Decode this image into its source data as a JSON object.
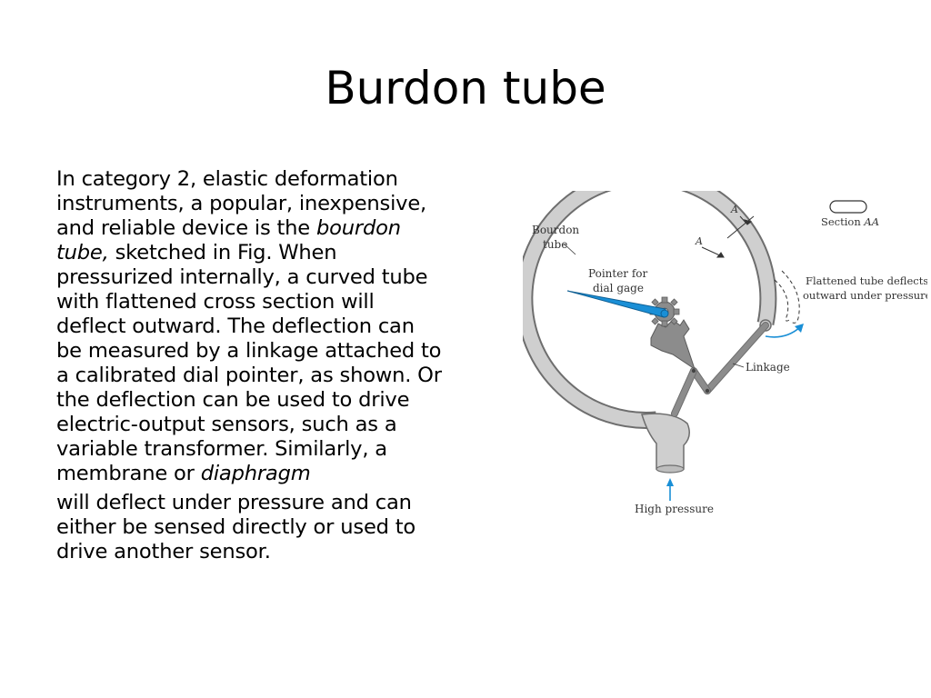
{
  "slide": {
    "title": "Burdon tube",
    "paragraphs": [
      {
        "lines": [
          [
            {
              "t": "In category 2, elastic deformation"
            }
          ],
          [
            {
              "t": "instruments, a popular, inexpensive,"
            }
          ],
          [
            {
              "t": "and reliable device is the "
            },
            {
              "t": "bourdon",
              "i": true
            }
          ],
          [
            {
              "t": "tube,",
              "i": true
            },
            {
              "t": " sketched in Fig.  When"
            }
          ],
          [
            {
              "t": "pressurized internally, a curved tube"
            }
          ],
          [
            {
              "t": "with flattened cross section will"
            }
          ],
          [
            {
              "t": "deflect outward. The deflection can"
            }
          ],
          [
            {
              "t": "be measured by a linkage attached to"
            }
          ],
          [
            {
              "t": "a calibrated dial pointer, as shown. Or"
            }
          ],
          [
            {
              "t": "the deflection can be used to drive"
            }
          ],
          [
            {
              "t": "electric-output sensors, such as a"
            }
          ],
          [
            {
              "t": "variable transformer. Similarly, a"
            }
          ],
          [
            {
              "t": "membrane or "
            },
            {
              "t": "diaphragm",
              "i": true
            }
          ]
        ]
      },
      {
        "lines": [
          [
            {
              "t": "will deflect under pressure and can"
            }
          ],
          [
            {
              "t": "either be sensed directly or used to"
            }
          ],
          [
            {
              "t": "drive another sensor."
            }
          ]
        ]
      }
    ]
  },
  "figure": {
    "bourdon_label_1": "Bourdon",
    "bourdon_label_2": "tube",
    "pointer_label_1": "Pointer for",
    "pointer_label_2": "dial gage",
    "section_marker_1": "A",
    "section_marker_2": "A",
    "section_label": "Section ",
    "section_label_italic": "AA",
    "deflect_label_1": "Flattened tube deflects",
    "deflect_label_2": "outward under pressure",
    "linkage_label": "Linkage",
    "pressure_label": "High  pressure",
    "colors": {
      "tube_fill": "#cfcfcf",
      "tube_stroke": "#6e6e6e",
      "linkage": "#8c8c8c",
      "pointer": "#1a8fd6",
      "arrow": "#1a8fd6"
    }
  }
}
